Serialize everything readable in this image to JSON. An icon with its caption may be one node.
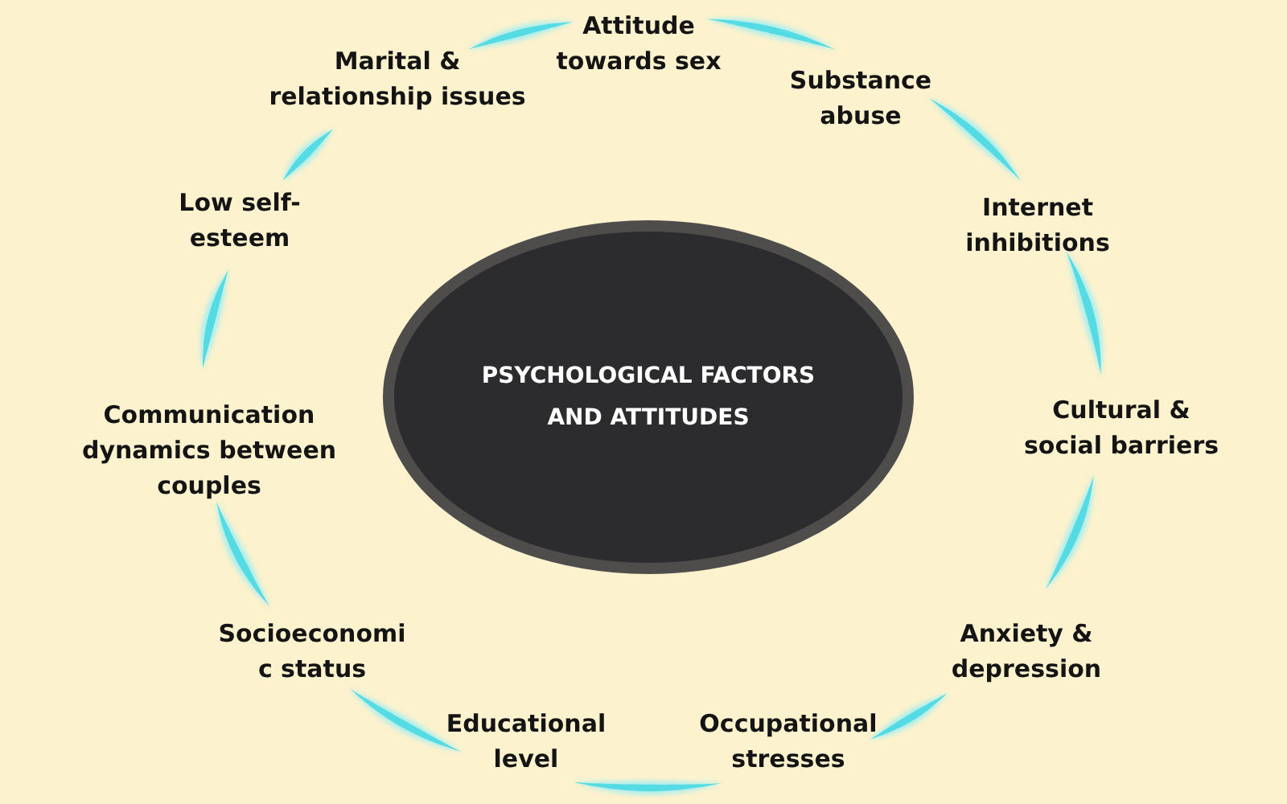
{
  "diagram": {
    "nodes": [
      {
        "text": [
          "PSYCHOLOGICAL FACTORS AND ATTITUDES"
        ]
      }
    ],
    "labels": [
      "Attitude towards sex",
      "Substance abuse",
      "Internet inhibitions",
      "Cultural & social barriers",
      "Anxiety & depression",
      "Occupational stresses",
      "Educational level",
      "Socioeconomi c status",
      "Communication dynamics between couples",
      "Low self- esteem",
      "Marital & relationship issues"
    ]
  }
}
